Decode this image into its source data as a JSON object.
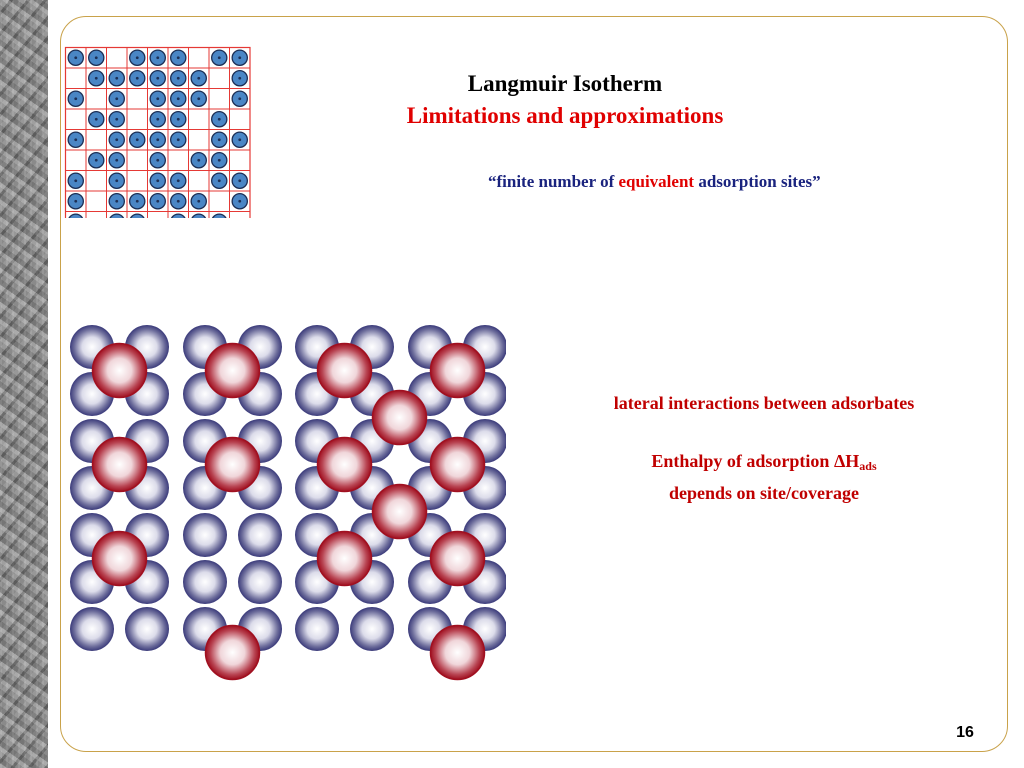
{
  "slide": {
    "title": "Langmuir Isotherm",
    "subtitle": "Limitations and approximations",
    "quote": {
      "open": "“",
      "before": "finite number of ",
      "highlight": "equivalent",
      "after": " adsorption sites",
      "close": "”"
    },
    "lateral": "lateral interactions between adsorbates",
    "enthalpy": {
      "line1_prefix": "Enthalpy of adsorption ",
      "delta": "Δ",
      "symbol": "H",
      "subscript": "ads",
      "line2": "depends on site/coverage"
    },
    "page_number": "16"
  },
  "colors": {
    "frame_border": "#c9a24a",
    "title": "#000000",
    "accent_red": "#e00000",
    "quote_blue": "#1a237e",
    "grid_line": "#e53935",
    "adsorbate_blue": "#4a86c5",
    "surface_atom": "#3a3a7a",
    "adsorbate_red": "#a01020"
  },
  "lattice": {
    "rows": 9,
    "cols": 9,
    "occupancy": [
      "110111011",
      "011111101",
      "101011101",
      "011011010",
      "101111011",
      "011010110",
      "101011011",
      "101111101",
      "101101110"
    ]
  },
  "surface": {
    "rows": 7,
    "cols": 8,
    "adsorbates": [
      [
        0.5,
        0.5
      ],
      [
        2.5,
        0.5
      ],
      [
        4.5,
        0.5
      ],
      [
        6.5,
        0.5
      ],
      [
        5.5,
        1.5
      ],
      [
        0.5,
        2.5
      ],
      [
        2.5,
        2.5
      ],
      [
        4.5,
        2.5
      ],
      [
        6.5,
        2.5
      ],
      [
        5.5,
        3.5
      ],
      [
        0.5,
        4.5
      ],
      [
        4.5,
        4.5
      ],
      [
        6.5,
        4.5
      ],
      [
        2.5,
        6.5
      ],
      [
        6.5,
        6.5
      ]
    ]
  }
}
